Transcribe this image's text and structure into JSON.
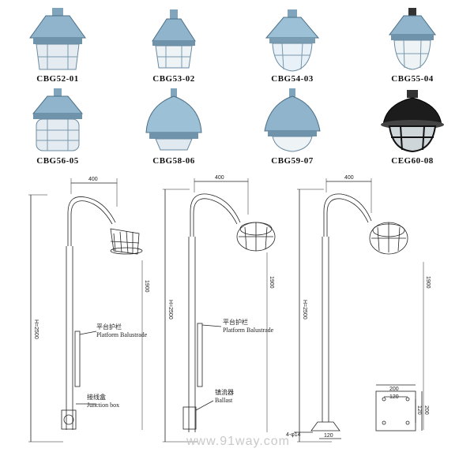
{
  "products": [
    {
      "code": "CBG52-01",
      "icon": "explosion-proof-lamp-icon"
    },
    {
      "code": "CBG53-02",
      "icon": "explosion-proof-lamp-icon"
    },
    {
      "code": "CBG54-03",
      "icon": "explosion-proof-lamp-icon"
    },
    {
      "code": "CBG55-04",
      "icon": "explosion-proof-lamp-icon"
    },
    {
      "code": "CBG56-05",
      "icon": "explosion-proof-lamp-icon"
    },
    {
      "code": "CBG58-06",
      "icon": "explosion-proof-lamp-icon"
    },
    {
      "code": "CBG59-07",
      "icon": "explosion-proof-lamp-icon"
    },
    {
      "code": "CEG60-08",
      "icon": "explosion-proof-lamp-icon"
    }
  ],
  "drawings": {
    "arm_width": "400",
    "height": "H=2500",
    "lamp_height": "1900",
    "platform_cn": "平台护栏",
    "platform_en": "Platform Balustrade",
    "junction_cn": "接线盒",
    "junction_en": "Junction box",
    "ballast_cn": "镇流器",
    "ballast_en": "Ballast",
    "base_w1": "200",
    "base_w2": "120",
    "base_h1": "120",
    "base_h2": "200",
    "base_w3": "120",
    "bolts": "4-φ14"
  },
  "watermark": "www.91way.com",
  "colors": {
    "lamp_body": "#8fb4cc",
    "lamp_dark": "#4c6f86",
    "black_lamp": "#1c1c1c"
  }
}
